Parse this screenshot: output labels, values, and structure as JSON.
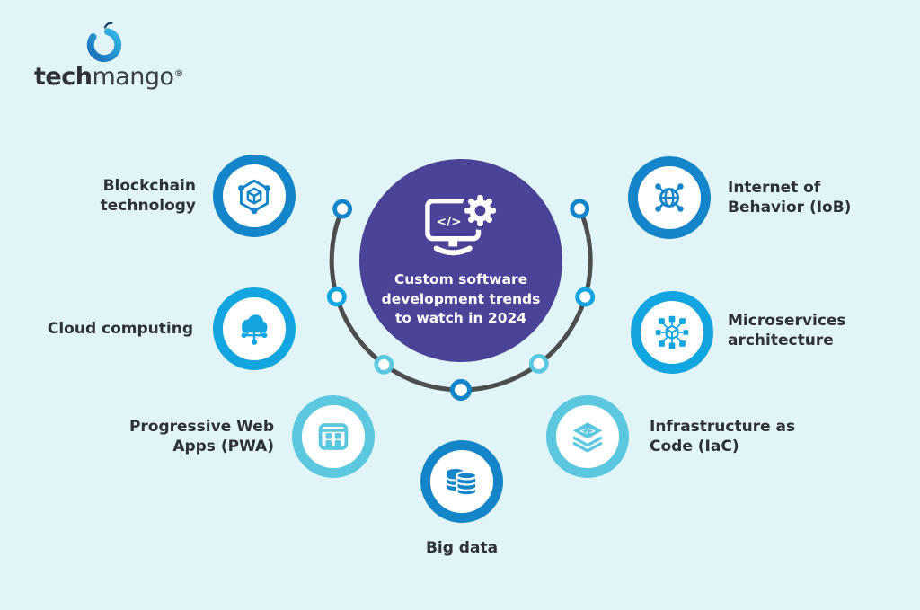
{
  "brand": {
    "name_bold": "tech",
    "name_light": "mango",
    "registered_mark": "®"
  },
  "center": {
    "title": "Custom software\ndevelopment trends\nto watch in 2024",
    "icon": "monitor-code-gear-icon",
    "bg_color": "#4A4397"
  },
  "items": [
    {
      "id": "blockchain",
      "label": "Blockchain\ntechnology",
      "icon": "blockchain-cube-icon",
      "color": "#1585C9"
    },
    {
      "id": "iob",
      "label": "Internet of\nBehavior (IoB)",
      "icon": "globe-network-icon",
      "color": "#1585C9"
    },
    {
      "id": "cloud",
      "label": "Cloud computing",
      "icon": "cloud-network-icon",
      "color": "#13A5E0"
    },
    {
      "id": "microservices",
      "label": "Microservices\narchitecture",
      "icon": "microservices-nodes-icon",
      "color": "#13A5E0"
    },
    {
      "id": "pwa",
      "label": "Progressive Web\nApps (PWA)",
      "icon": "app-window-grid-icon",
      "color": "#5CC8E0"
    },
    {
      "id": "iac",
      "label": "Infrastructure as\nCode (IaC)",
      "icon": "layers-code-icon",
      "color": "#5CC8E0"
    },
    {
      "id": "bigdata",
      "label": "Big data",
      "icon": "database-icon",
      "color": "#1585C9"
    }
  ],
  "colors": {
    "background": "#E1F5F9",
    "center_purple": "#4A4397",
    "dark_blue": "#1585C9",
    "medium_blue": "#13A5E0",
    "light_cyan": "#5CC8E0",
    "arc_gray": "#4D4D4D",
    "label_text": "#2E3138",
    "logo_text": "#2F3038"
  }
}
